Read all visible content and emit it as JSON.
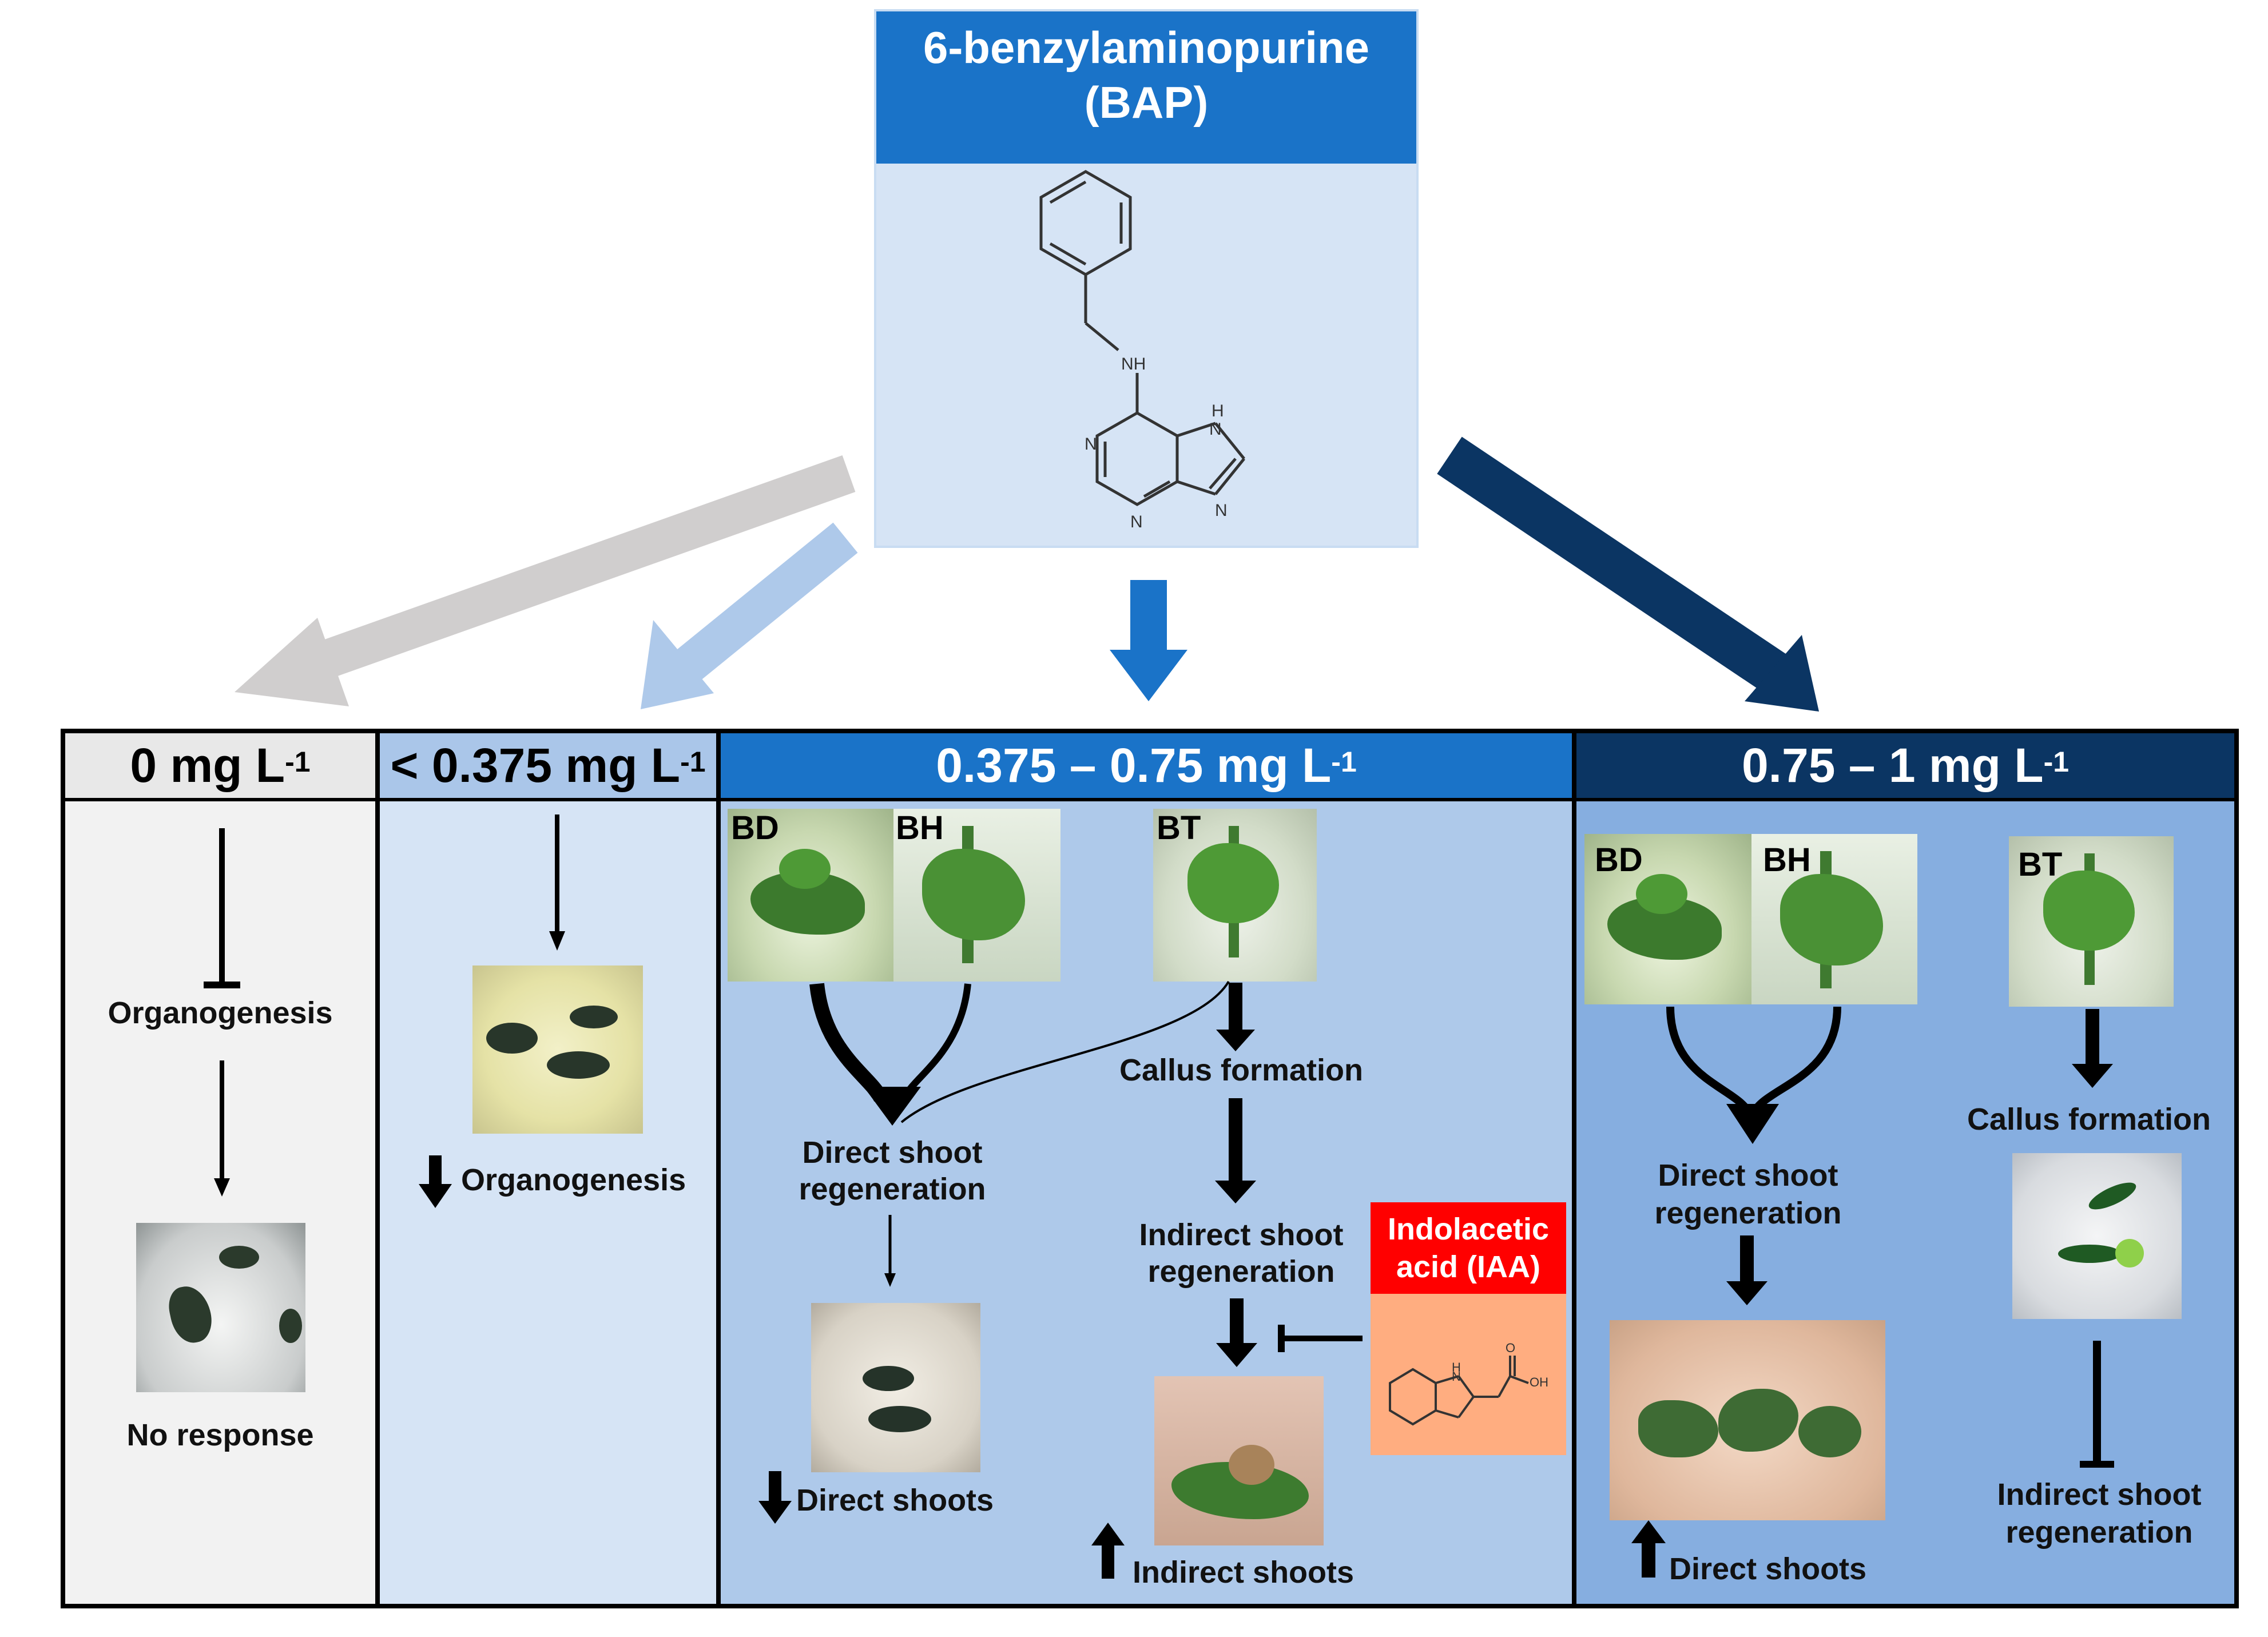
{
  "header": {
    "line1": "6-benzylaminopurine",
    "line2": "(BAP)",
    "nh_label": "NH",
    "h_label": "H",
    "n_label": "N"
  },
  "columns": [
    {
      "id": "c0",
      "title": "0 mg L",
      "sup": "-1",
      "color": "#e8e8e8"
    },
    {
      "id": "c1",
      "title": "< 0.375 mg L",
      "sup": "-1",
      "color": "#aac6e9"
    },
    {
      "id": "c2",
      "title": "0.375 – 0.75 mg L",
      "sup": "-1",
      "color": "#1a73c8"
    },
    {
      "id": "c3",
      "title": "0.75 – 1 mg L",
      "sup": "-1",
      "color": "#0b3563"
    }
  ],
  "col0": {
    "organogenesis": "Organogenesis",
    "no_response": "No response"
  },
  "col1": {
    "organogenesis": "Organogenesis"
  },
  "col2": {
    "bd": "BD",
    "bh": "BH",
    "bt": "BT",
    "callus": "Callus formation",
    "direct_regen_1": "Direct shoot",
    "direct_regen_2": "regeneration",
    "indirect_regen_1": "Indirect shoot",
    "indirect_regen_2": "regeneration",
    "direct_shoots": "Direct shoots",
    "indirect_shoots": "Indirect shoots",
    "iaa_1": "Indolacetic",
    "iaa_2": "acid (IAA)",
    "oh_label": "OH",
    "o_label": "O",
    "h_label": "H",
    "n_label": "N"
  },
  "col3": {
    "bd": "BD",
    "bh": "BH",
    "bt": "BT",
    "callus": "Callus formation",
    "direct_regen_1": "Direct shoot",
    "direct_regen_2": "regeneration",
    "direct_shoots": "Direct shoots",
    "indirect_regen_1": "Indirect shoot",
    "indirect_regen_2": "regeneration"
  },
  "colors": {
    "header_blue": "#1a73c8",
    "panel_light": "#d6e4f5",
    "col0_bg": "#f2f2f2",
    "col1_bg": "#d6e4f5",
    "col2_bg": "#aec9ea",
    "col3_bg": "#86aee0",
    "iaa_red": "#ff0000",
    "iaa_peach": "#ffad80",
    "arrow_grey": "#d0cece",
    "arrow_light": "#aec9ea",
    "arrow_mid": "#1a73c8",
    "arrow_dark": "#0b3563"
  }
}
